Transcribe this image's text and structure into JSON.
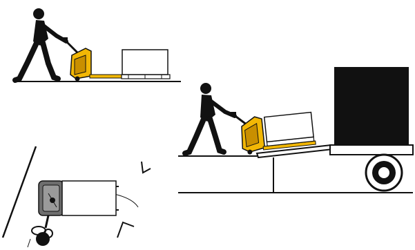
{
  "colors": {
    "truck_body": "#f2b705",
    "truck_shadow": "#c98f00",
    "ink": "#111111",
    "paper": "#ffffff",
    "grey_part": "#6e6e6e"
  },
  "panels": [
    {
      "name": "walking-with-pallet-truck"
    },
    {
      "name": "loading-onto-truck-via-dock-ramp"
    },
    {
      "name": "top-view-turning"
    }
  ],
  "icons": [
    "operator-figure",
    "pallet-truck",
    "load-box",
    "pallet",
    "lorry",
    "wheel",
    "dock-ramp",
    "turn-arc-corner-marks"
  ]
}
